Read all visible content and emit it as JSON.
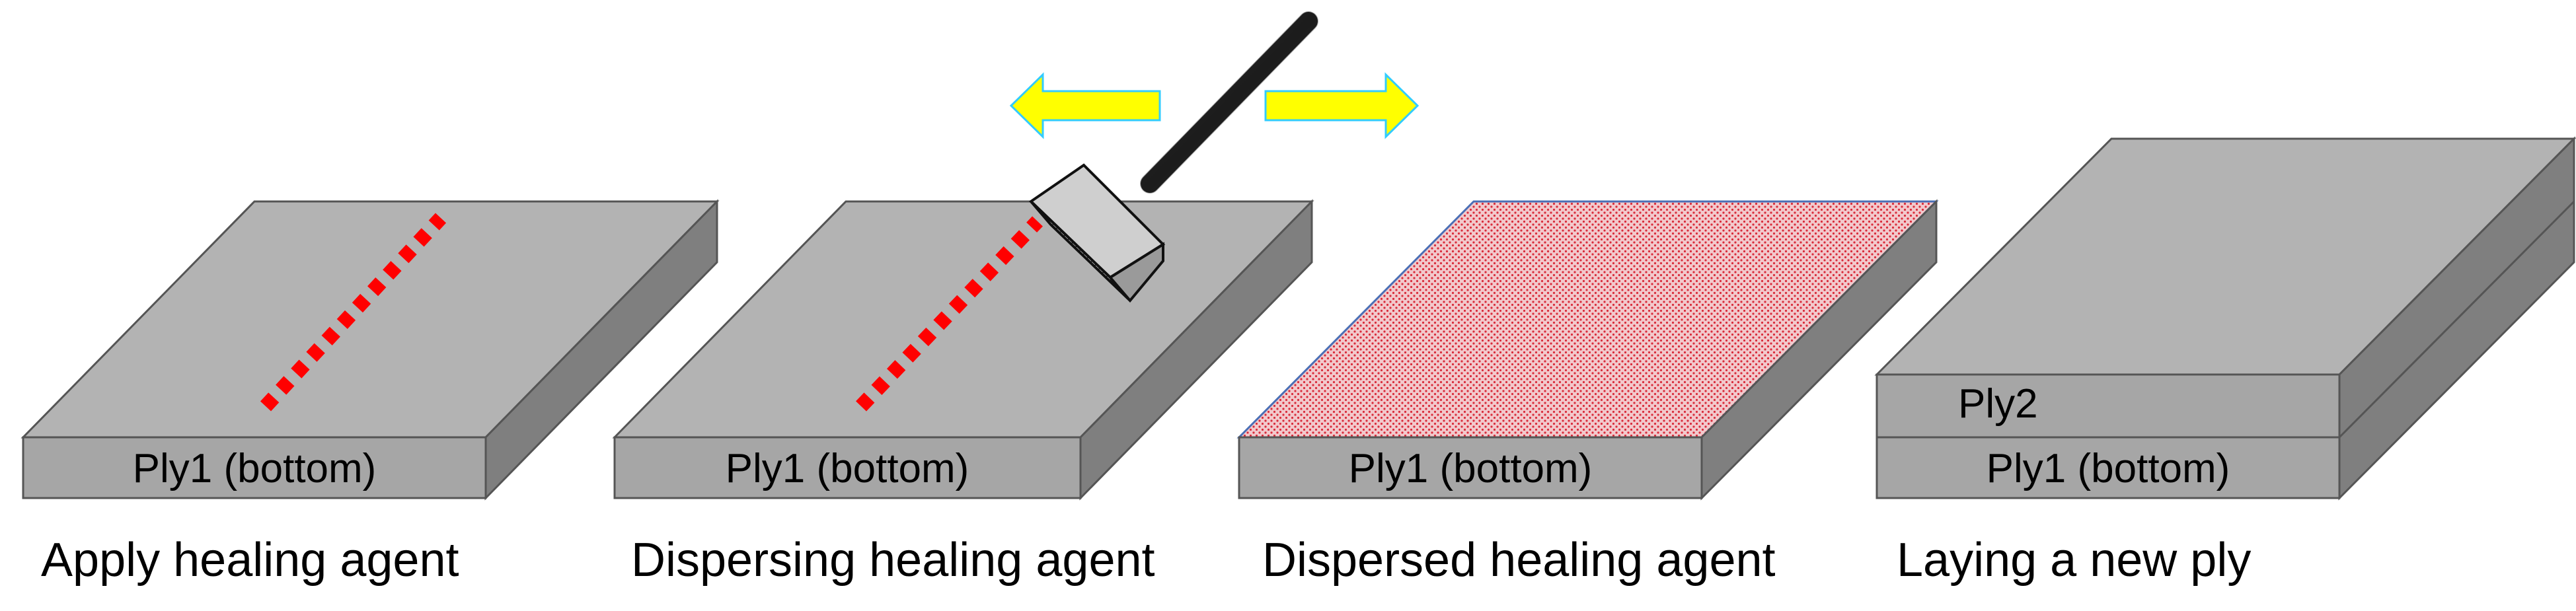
{
  "steps": [
    {
      "caption": "Apply healing agent",
      "plies": [
        "Ply1 (bottom)"
      ]
    },
    {
      "caption": "Dispersing healing agent",
      "plies": [
        "Ply1 (bottom)"
      ]
    },
    {
      "caption": "Dispersed healing agent",
      "plies": [
        "Ply1 (bottom)"
      ]
    },
    {
      "caption": "Laying a new ply",
      "plies": [
        "Ply2",
        "Ply1 (bottom)"
      ]
    }
  ],
  "colors": {
    "ply_top": "#b3b3b3",
    "ply_front": "#a6a6a6",
    "ply_side": "#7f7f7f",
    "ply_outline": "#555555",
    "healing_agent": "#ff0000",
    "dispersed_agent_tint": "#f2c9cc",
    "arrow_fill": "#ffff00",
    "arrow_outline": "#33ccff",
    "roller_handle": "#333333"
  },
  "icons": {
    "roller": "brush-roller-icon",
    "arrow_left": "arrow-left-icon",
    "arrow_right": "arrow-right-icon"
  }
}
